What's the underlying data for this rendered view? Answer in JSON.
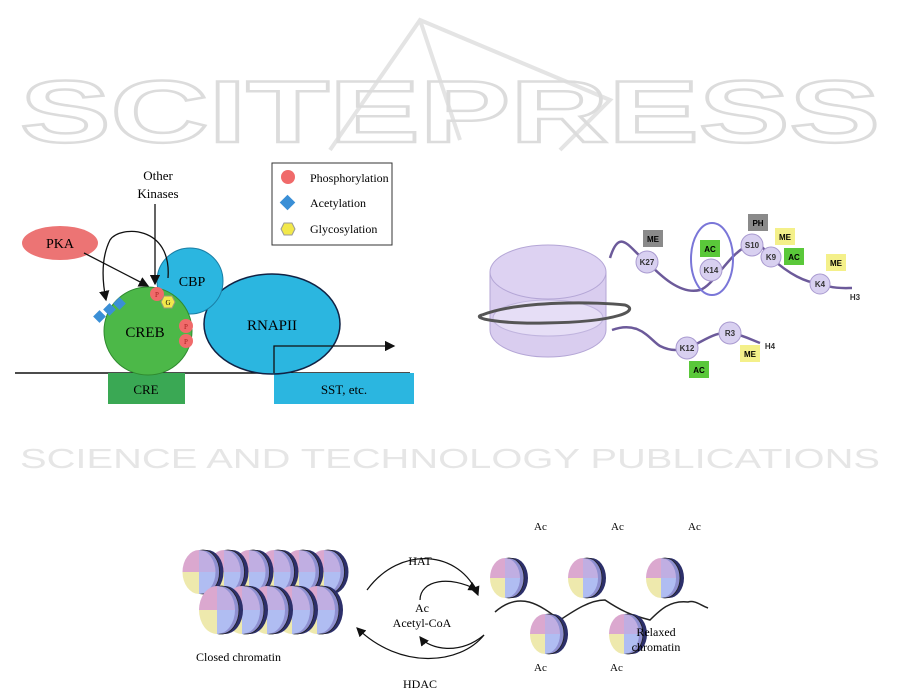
{
  "watermark": {
    "brand": "SCITEPRESS",
    "tagline": "SCIENCE AND TECHNOLOGY PUBLICATIONS"
  },
  "figure_creb": {
    "legend": [
      {
        "symbol": "P",
        "label": "Phosphorylation",
        "color": "#f06a6a"
      },
      {
        "symbol": "A",
        "label": "Acetylation",
        "color": "#3a8fd6"
      },
      {
        "symbol": "G",
        "label": "Glycosylation",
        "color": "#f2e84a"
      }
    ],
    "pka": "PKA",
    "other_kinases": [
      "Other",
      "Kinases"
    ],
    "cbp": "CBP",
    "creb": "CREB",
    "rnapii": "RNAPII",
    "cre": "CRE",
    "sst": "SST, etc.",
    "mark_p": "P",
    "mark_g": "G",
    "mark_a": "A",
    "colors": {
      "pka": "#ec7474",
      "creb": "#4cb848",
      "cbp": "#2bb6e0",
      "box_green": "#3aa854"
    }
  },
  "figure_histone": {
    "h3_label": "H3",
    "h4_label": "H4",
    "h3_residues": [
      "K27",
      "K14",
      "S10",
      "K9",
      "K4"
    ],
    "h4_residues": [
      "K12",
      "R3"
    ],
    "marks": {
      "me": "ME",
      "ac": "AC",
      "ph": "PH"
    },
    "colors": {
      "me_gray": "#8a8a8a",
      "ac": "#5ac83a",
      "me_yellow": "#f4f08a",
      "residue": "#d8d0f0",
      "nucleosome": "#d9cdef"
    }
  },
  "figure_chromatin": {
    "closed": "Closed chromatin",
    "relaxed": [
      "Relaxed",
      "chromatin"
    ],
    "hat": "HAT",
    "hdac": "HDAC",
    "ac": "Ac",
    "acetyl_coa": "Acetyl-CoA"
  }
}
